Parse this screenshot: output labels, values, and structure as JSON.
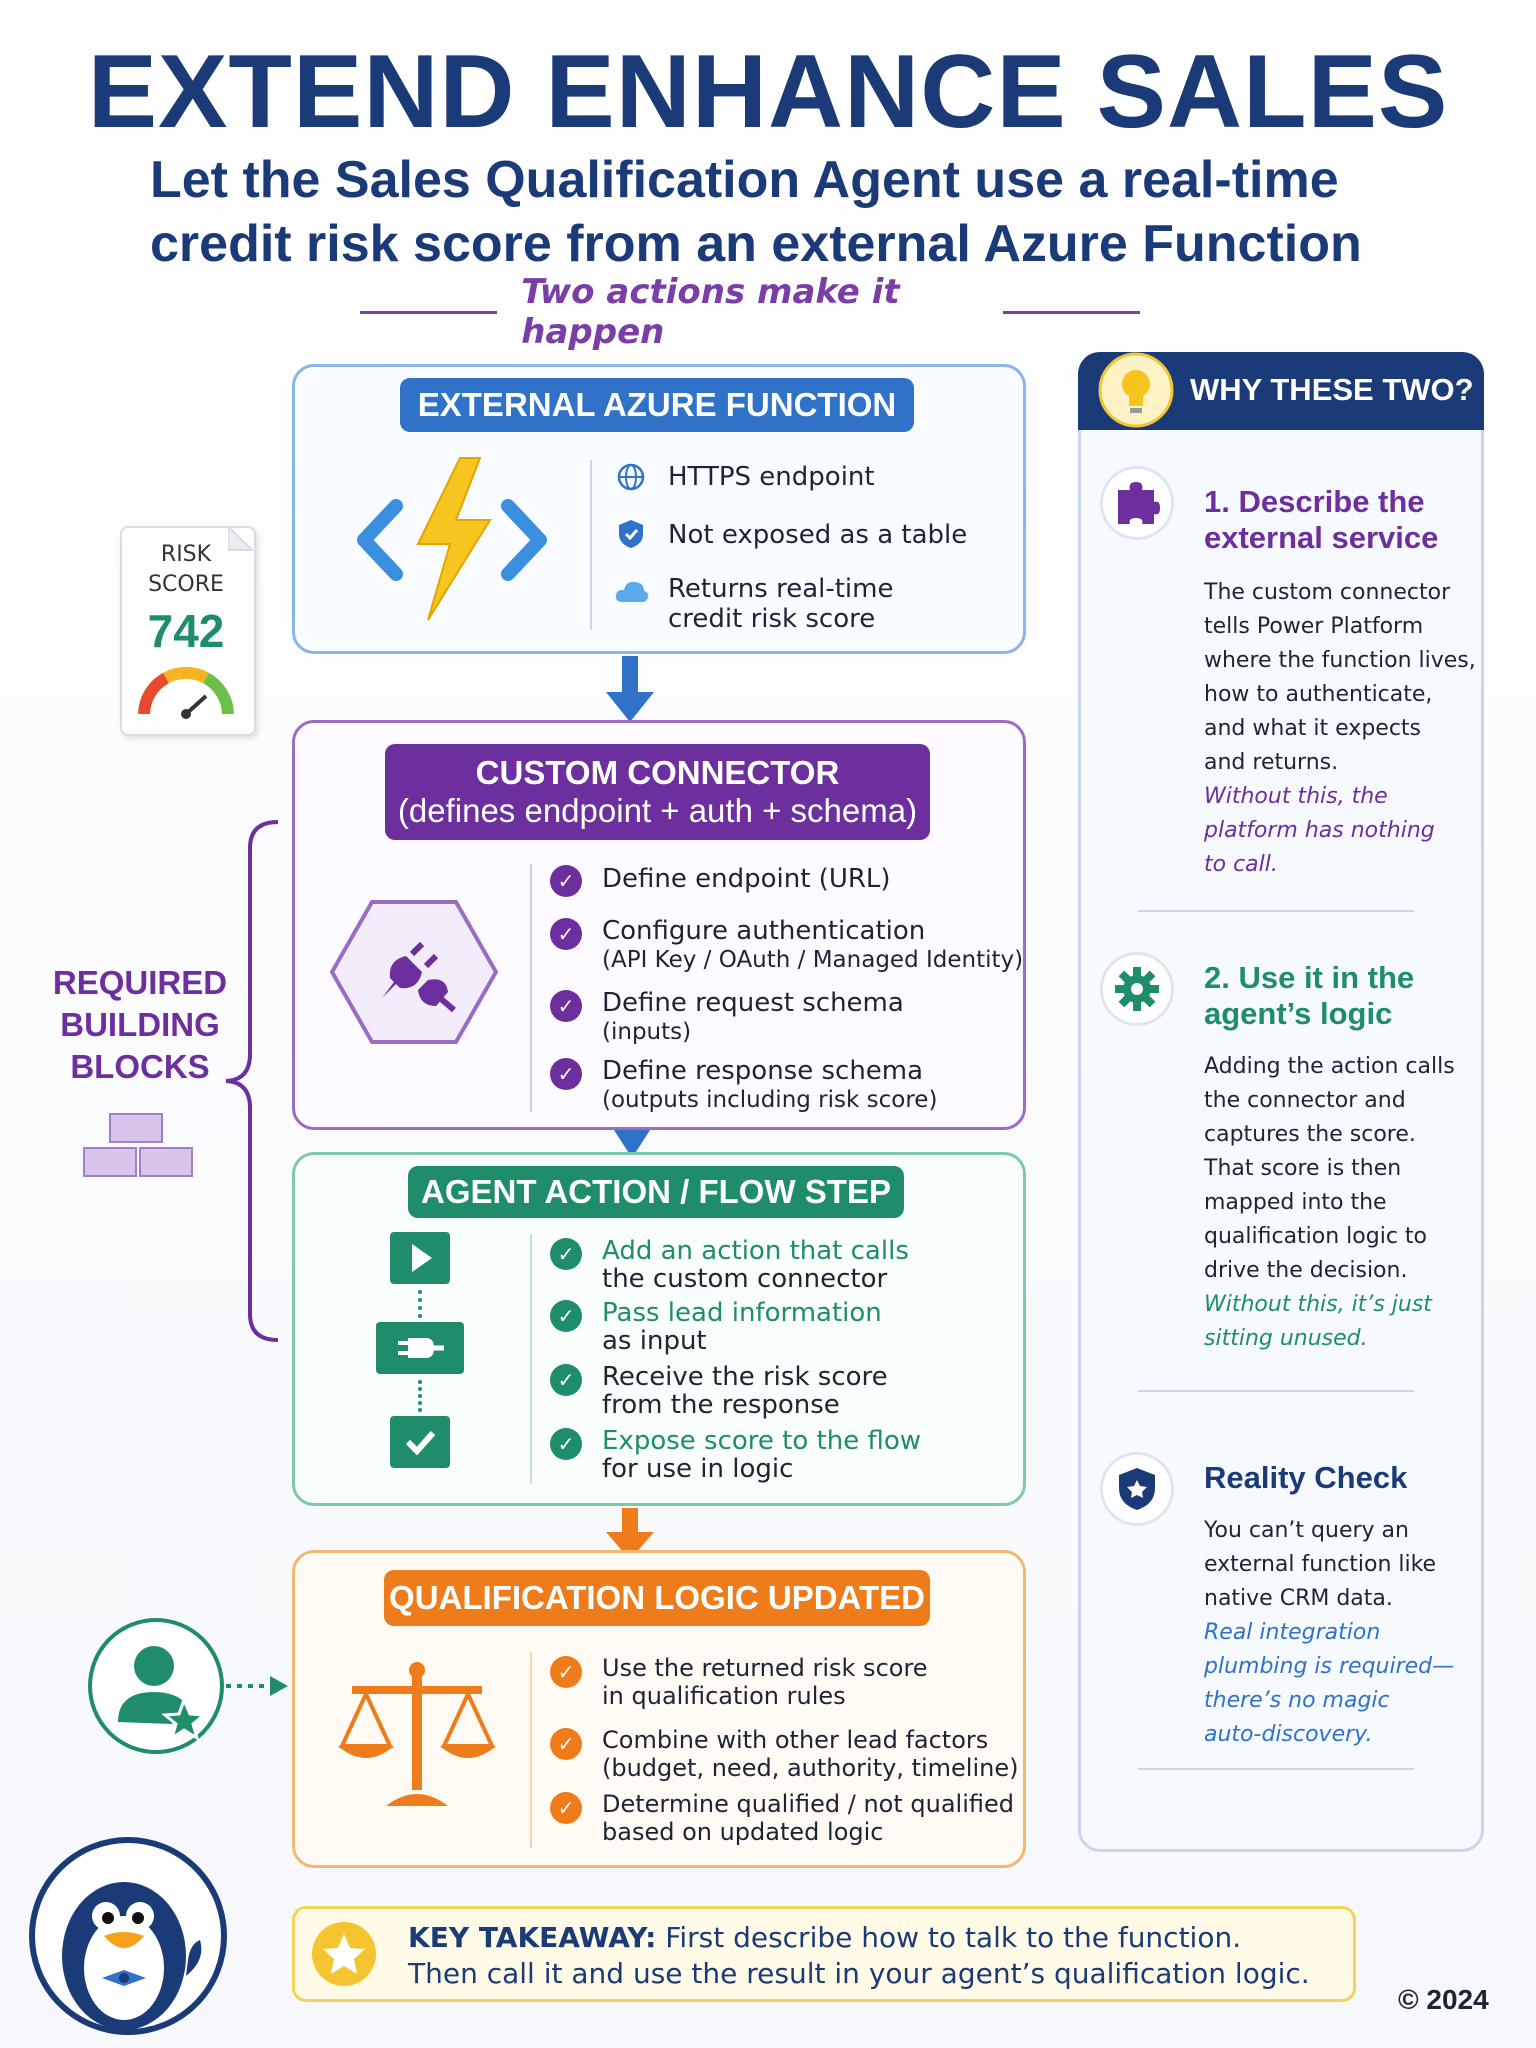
{
  "header": {
    "title": "EXTEND ENHANCE SALES",
    "subtitle_line1": "Let the Sales Qualification Agent use a real-time",
    "subtitle_line2": "credit risk score from an external Azure Function",
    "tagline": "Two actions make it happen"
  },
  "risk_card": {
    "label_line1": "RISK",
    "label_line2": "SCORE",
    "value": "742"
  },
  "required": {
    "line1": "REQUIRED",
    "line2": "BUILDING",
    "line3": "BLOCKS"
  },
  "azure_card": {
    "heading": "EXTERNAL AZURE FUNCTION",
    "features": [
      "HTTPS endpoint",
      "Not exposed as a table",
      "Returns real-time",
      "credit risk score"
    ]
  },
  "connector_card": {
    "heading_line1": "CUSTOM CONNECTOR",
    "heading_line2": "(defines endpoint + auth + schema)",
    "items": [
      {
        "main": "Define endpoint (URL)",
        "sub": ""
      },
      {
        "main": "Configure authentication",
        "sub": "(API Key / OAuth / Managed Identity)"
      },
      {
        "main": "Define request schema",
        "sub": "(inputs)"
      },
      {
        "main": "Define response schema",
        "sub": "(outputs including risk score)"
      }
    ]
  },
  "action_card": {
    "heading": "AGENT ACTION / FLOW STEP",
    "items": [
      {
        "a": "Add an action that calls",
        "b": "the custom connector"
      },
      {
        "a": "Pass lead information",
        "b": "as input"
      },
      {
        "a": "Receive the risk score",
        "b": "from the response"
      },
      {
        "a": "Expose score to the flow",
        "b": "for use in logic"
      }
    ]
  },
  "logic_card": {
    "heading": "QUALIFICATION LOGIC UPDATED",
    "items": [
      {
        "a": "Use the returned risk score",
        "b": "in qualification rules"
      },
      {
        "a": "Combine with other lead factors",
        "b": "(budget, need, authority, timeline)"
      },
      {
        "a": "Determine qualified / not qualified",
        "b": "based on updated logic"
      }
    ]
  },
  "side": {
    "heading": "WHY THESE TWO?",
    "section1": {
      "title_line1": "1. Describe the",
      "title_line2": "external service",
      "body": [
        "The custom connector",
        "tells Power Platform",
        "where the function lives,",
        "how to authenticate,",
        "and what it expects",
        "and returns."
      ],
      "note": [
        "Without this, the",
        "platform has nothing",
        "to call."
      ]
    },
    "section2": {
      "title_line1": "2. Use it in the",
      "title_line2": "agent’s logic",
      "body": [
        "Adding the action calls",
        "the connector and",
        "captures the score.",
        "That score is then",
        "mapped into the",
        "qualification logic to",
        "drive the decision."
      ],
      "note": [
        "Without this, it’s just",
        "sitting unused."
      ]
    },
    "section3": {
      "title": "Reality Check",
      "body": [
        "You can’t query an",
        "external function like",
        "native CRM data."
      ],
      "note": [
        "Real integration",
        "plumbing is required—",
        "there’s no magic",
        "auto-discovery."
      ]
    }
  },
  "takeaway": {
    "label": "KEY TAKEAWAY:",
    "line1": "First describe how to talk to the function.",
    "line2": "Then call it and use the result in your agent’s qualification logic."
  },
  "copyright": "© 2024",
  "colors": {
    "navy": "#1b3a78",
    "blue": "#2f72c7",
    "purple": "#6d2e9e",
    "green": "#1f8d6b",
    "orange": "#ef7c1a",
    "yellow": "#f3d35a"
  },
  "icons": [
    "lightning-code-icon",
    "globe-icon",
    "shield-icon",
    "cloud-icon",
    "plug-hexagon-icon",
    "play-icon",
    "plug-icon",
    "checkmark-icon",
    "scales-icon",
    "user-star-icon",
    "lightbulb-icon",
    "puzzle-icon",
    "gear-icon",
    "shield-check-icon",
    "star-icon",
    "penguin-mascot",
    "gauge-icon",
    "bricks-icon"
  ]
}
